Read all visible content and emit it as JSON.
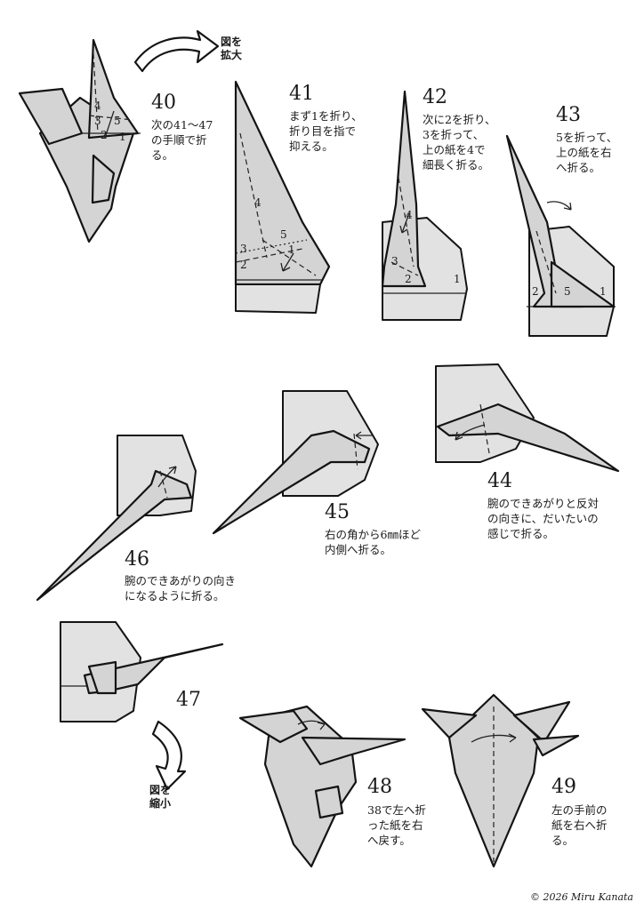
{
  "zoom_in_label": "図を\n拡大",
  "zoom_out_label": "図を\n縮小",
  "steps": [
    {
      "number": "40",
      "text": "次の41〜47\nの手順で折\nる。"
    },
    {
      "number": "41",
      "text": "まず1を折り、\n折り目を指で\n抑える。"
    },
    {
      "number": "42",
      "text": "次に2を折り、\n3を折って、\n上の紙を4で\n細長く折る。"
    },
    {
      "number": "43",
      "text": "5を折って、\n上の紙を右\nへ折る。"
    },
    {
      "number": "44",
      "text": "腕のできあがりと反対\nの向きに、だいたいの\n感じで折る。"
    },
    {
      "number": "45",
      "text": "右の角から6㎜ほど\n内側へ折る。"
    },
    {
      "number": "46",
      "text": "腕のできあがりの向き\nになるように折る。"
    },
    {
      "number": "47",
      "text": ""
    },
    {
      "number": "48",
      "text": "38で左へ折\nった紙を右\nへ戻す。"
    },
    {
      "number": "49",
      "text": "左の手前の\n紙を右へ折\nる。"
    }
  ],
  "fold_labels": {
    "d40": [
      "4",
      "3",
      "5",
      "2",
      "1"
    ],
    "d41": [
      "4",
      "3",
      "5",
      "2",
      "1"
    ],
    "d42": [
      "4",
      "3",
      "2",
      "1"
    ],
    "d43": [
      "2",
      "5",
      "1"
    ]
  },
  "copyright": "© 2026 Miru Kanata"
}
